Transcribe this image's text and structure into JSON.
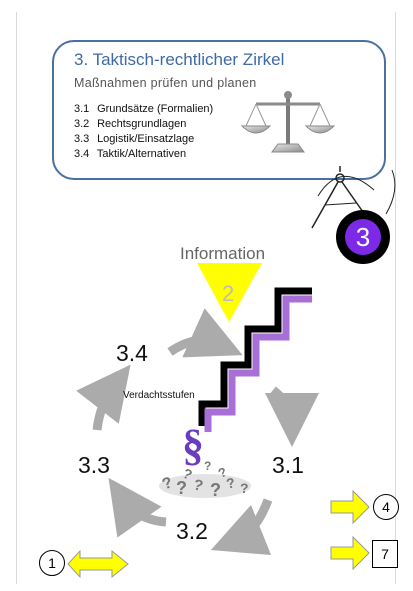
{
  "header": {
    "title": "3. Taktisch-rechtlicher Zirkel",
    "subtitle": "Maßnahmen prüfen und planen",
    "items": [
      {
        "num": "3.1",
        "label": "Grundsätze (Formalien)"
      },
      {
        "num": "3.2",
        "label": "Rechtsgrundlagen"
      },
      {
        "num": "3.3",
        "label": "Logistik/Einsatzlage"
      },
      {
        "num": "3.4",
        "label": "Taktik/Alternativen"
      }
    ]
  },
  "step_badge": {
    "number": "3",
    "color": "#7d2ae8"
  },
  "cycle": {
    "information_label": "Information",
    "triangle_number": "2",
    "triangle_color": "#ffff00",
    "stairs_label": "Verdachtsstufen",
    "stairs_color": "#a86fd6",
    "paragraph_symbol": "§",
    "labels": {
      "s34": "3.4",
      "s33": "3.3",
      "s32": "3.2",
      "s31": "3.1"
    }
  },
  "navigation": {
    "prev_number": "1",
    "next_a_number": "4",
    "next_b_number": "7",
    "arrow_color": "#ffff00"
  }
}
